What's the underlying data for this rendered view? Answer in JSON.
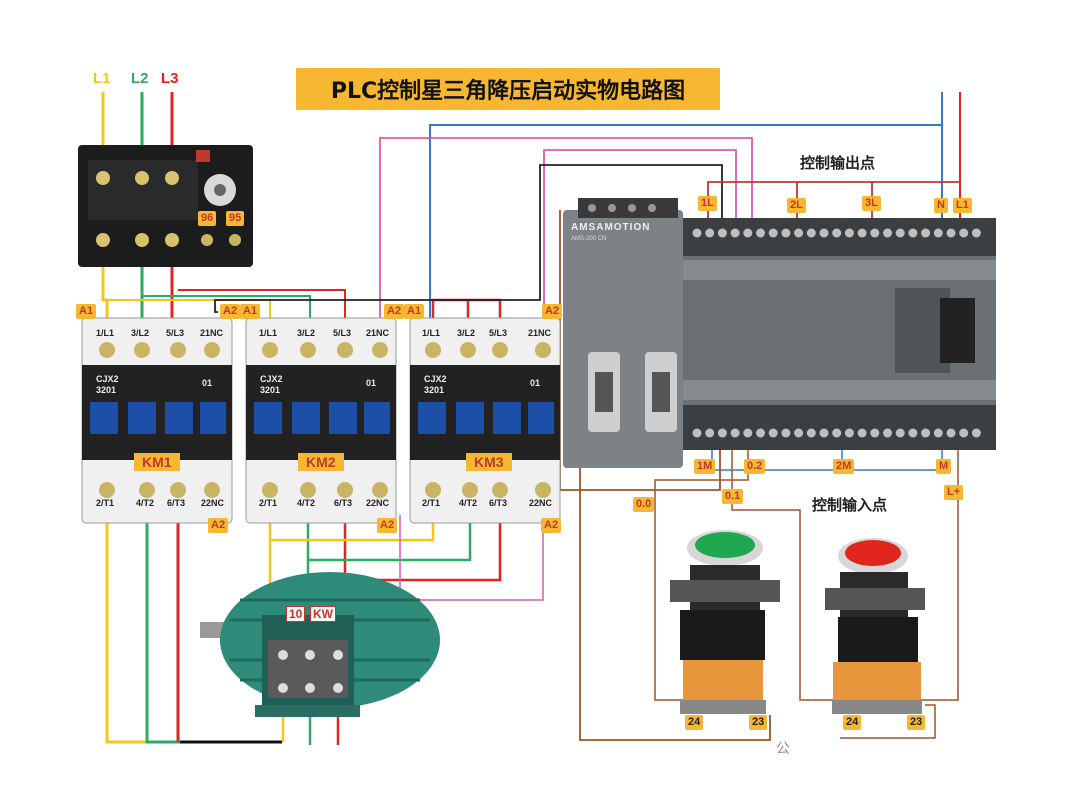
{
  "title": "PLC控制星三角降压启动实物电路图",
  "phases": [
    {
      "label": "L1",
      "color": "#f5c518"
    },
    {
      "label": "L2",
      "color": "#27ae60"
    },
    {
      "label": "L3",
      "color": "#e02424"
    }
  ],
  "overload_relay": {
    "terminal_a": "96",
    "terminal_b": "95"
  },
  "contactors": [
    {
      "name": "KM1",
      "model_line1": "CJX2",
      "model_line2": "3201",
      "aux": "01",
      "top_terminals": [
        "1/L1",
        "3/L2",
        "5/L3",
        "21NC"
      ],
      "bottom_terminals": [
        "2/T1",
        "4/T2",
        "6/T3",
        "22NC"
      ],
      "coil_top": "A1",
      "coil_top2": "A2",
      "coil_bottom": "A2"
    },
    {
      "name": "KM2",
      "model_line1": "CJX2",
      "model_line2": "3201",
      "aux": "01",
      "top_terminals": [
        "1/L1",
        "3/L2",
        "5/L3",
        "21NC"
      ],
      "bottom_terminals": [
        "2/T1",
        "4/T2",
        "6/T3",
        "22NC"
      ],
      "coil_top": "A1",
      "coil_top2": "A2",
      "coil_bottom": "A2"
    },
    {
      "name": "KM3",
      "model_line1": "CJX2",
      "model_line2": "3201",
      "aux": "01",
      "top_terminals": [
        "1/L1",
        "3/L2",
        "5/L3",
        "21NC"
      ],
      "bottom_terminals": [
        "2/T1",
        "4/T2",
        "6/T3",
        "22NC"
      ],
      "coil_top": "A1",
      "coil_top2": "A2",
      "coil_bottom": "A2"
    }
  ],
  "motor": {
    "power": "10",
    "unit": "KW"
  },
  "plc": {
    "brand": "AMSAMOTION",
    "model": "AMS-200 CN",
    "output_section_label": "控制输出点",
    "input_section_label": "控制输入点",
    "output_tags": [
      "1L",
      "2L",
      "3L",
      "N",
      "L1"
    ],
    "input_tags": [
      "1M",
      "0.2",
      "2M",
      "M",
      "L+",
      "0.0",
      "0.1"
    ]
  },
  "buttons": [
    {
      "color": "#1fa84f",
      "terminal_a": "24",
      "terminal_b": "23"
    },
    {
      "color": "#e0251f",
      "terminal_a": "24",
      "terminal_b": "23"
    }
  ],
  "watermark": "公"
}
